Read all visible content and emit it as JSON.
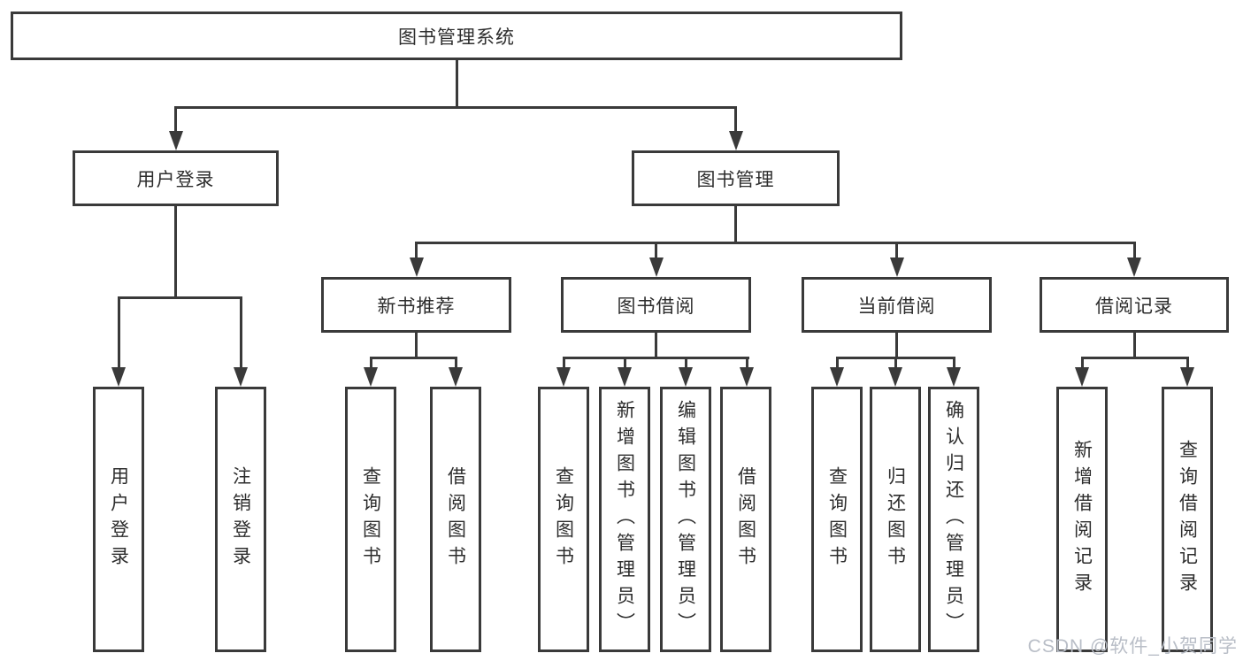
{
  "diagram": {
    "root": {
      "label": "图书管理系统"
    },
    "level2": [
      {
        "label": "用户登录"
      },
      {
        "label": "图书管理"
      }
    ],
    "level3": [
      {
        "label": "新书推荐"
      },
      {
        "label": "图书借阅"
      },
      {
        "label": "当前借阅"
      },
      {
        "label": "借阅记录"
      }
    ],
    "leaves": {
      "user_login": [
        {
          "label": "用户登录"
        },
        {
          "label": "注销登录"
        }
      ],
      "new_books": [
        {
          "label": "查询图书"
        },
        {
          "label": "借阅图书"
        }
      ],
      "book_borrow": [
        {
          "label": "查询图书"
        },
        {
          "label": "新增图书（管理员）"
        },
        {
          "label": "编辑图书（管理员）"
        },
        {
          "label": "借阅图书"
        }
      ],
      "current_borrow": [
        {
          "label": "查询图书"
        },
        {
          "label": "归还图书"
        },
        {
          "label": "确认归还（管理员）"
        }
      ],
      "borrow_records": [
        {
          "label": "新增借阅记录"
        },
        {
          "label": "查询借阅记录"
        }
      ]
    }
  },
  "watermark": {
    "text": "CSDN @软件_小贺同学"
  },
  "colors": {
    "line": "#3a3a3a",
    "text": "#2d2d2d",
    "background": "#ffffff",
    "watermark": "#b9bec7"
  }
}
